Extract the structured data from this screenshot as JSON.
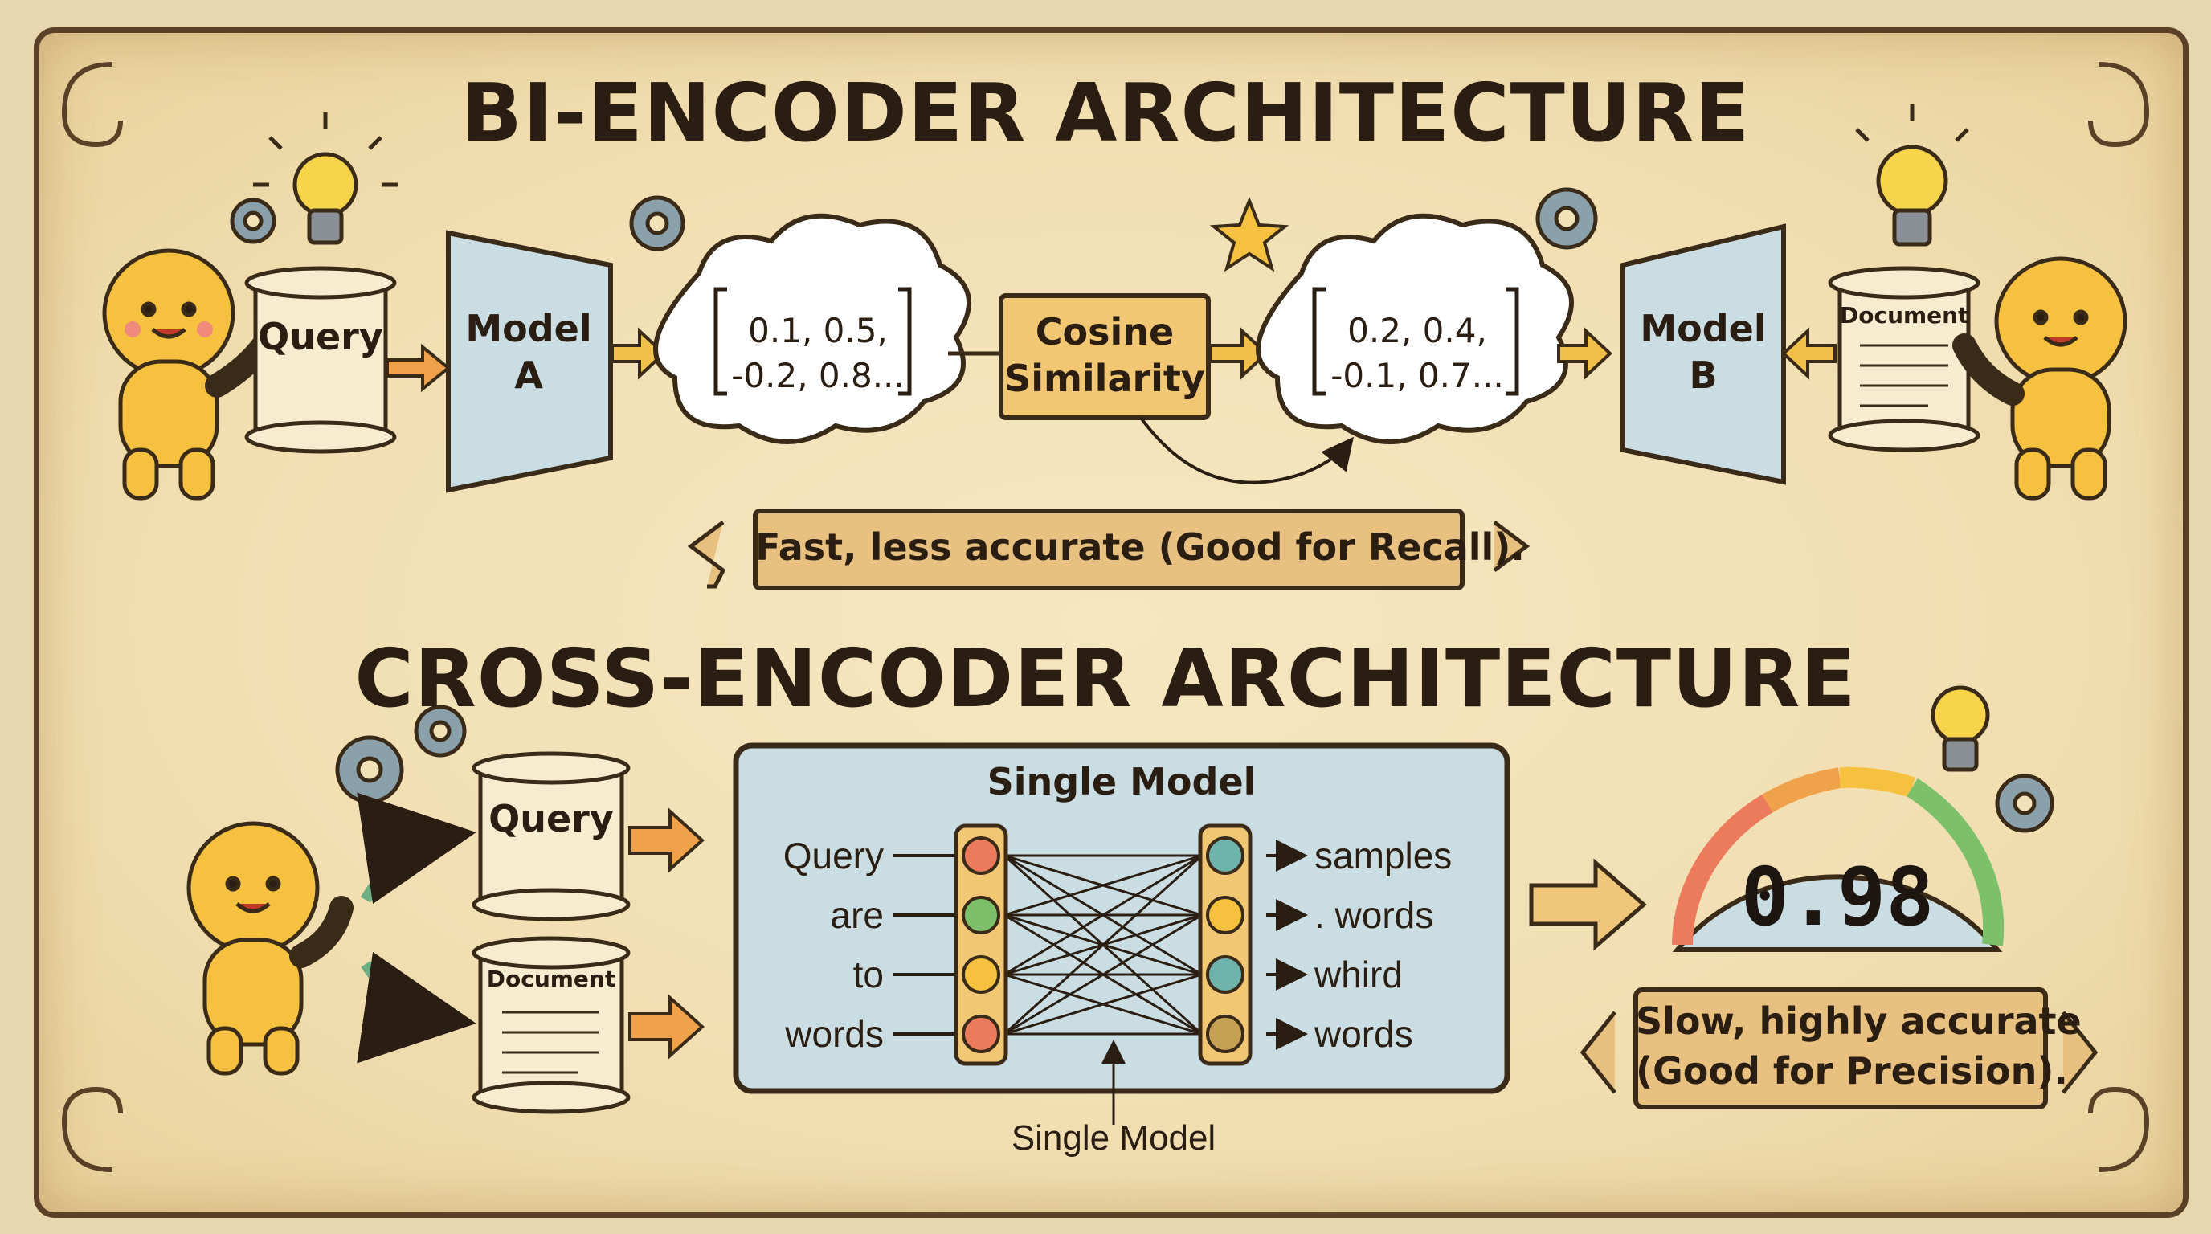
{
  "bi": {
    "title": "BI-ENCODER ARCHITECTURE",
    "query": "Query",
    "model_a": [
      "Model",
      "A"
    ],
    "vec_a": [
      "0.1, 0.5,",
      "-0.2, 0.8..."
    ],
    "cosine": [
      "Cosine",
      "Similarity"
    ],
    "vec_b": [
      "0.2, 0.4,",
      "-0.1, 0.7..."
    ],
    "model_b": [
      "Model",
      "B"
    ],
    "document": "Document",
    "banner": "Fast, less accurate (Good for Recall)."
  },
  "cross": {
    "title": "CROSS-ENCODER ARCHITECTURE",
    "query": "Query",
    "document": "Document",
    "model_title": "Single Model",
    "inputs": [
      "Query",
      "are",
      "to",
      "words"
    ],
    "outputs": [
      "samples",
      ". words",
      "whird",
      "words"
    ],
    "caption": "Single Model",
    "score": "0.98",
    "banner": [
      "Slow, highly accurate",
      "(Good for Precision)."
    ]
  },
  "colors": {
    "parchment": "#f3e2b8",
    "ink": "#2a1d12",
    "model_blue": "#c9dde3",
    "cosine_box": "#f2c774",
    "banner": "#e8c080",
    "arrow_orange": "#f0a24a",
    "arrow_green": "#6fae82",
    "character": "#f6c13e"
  }
}
